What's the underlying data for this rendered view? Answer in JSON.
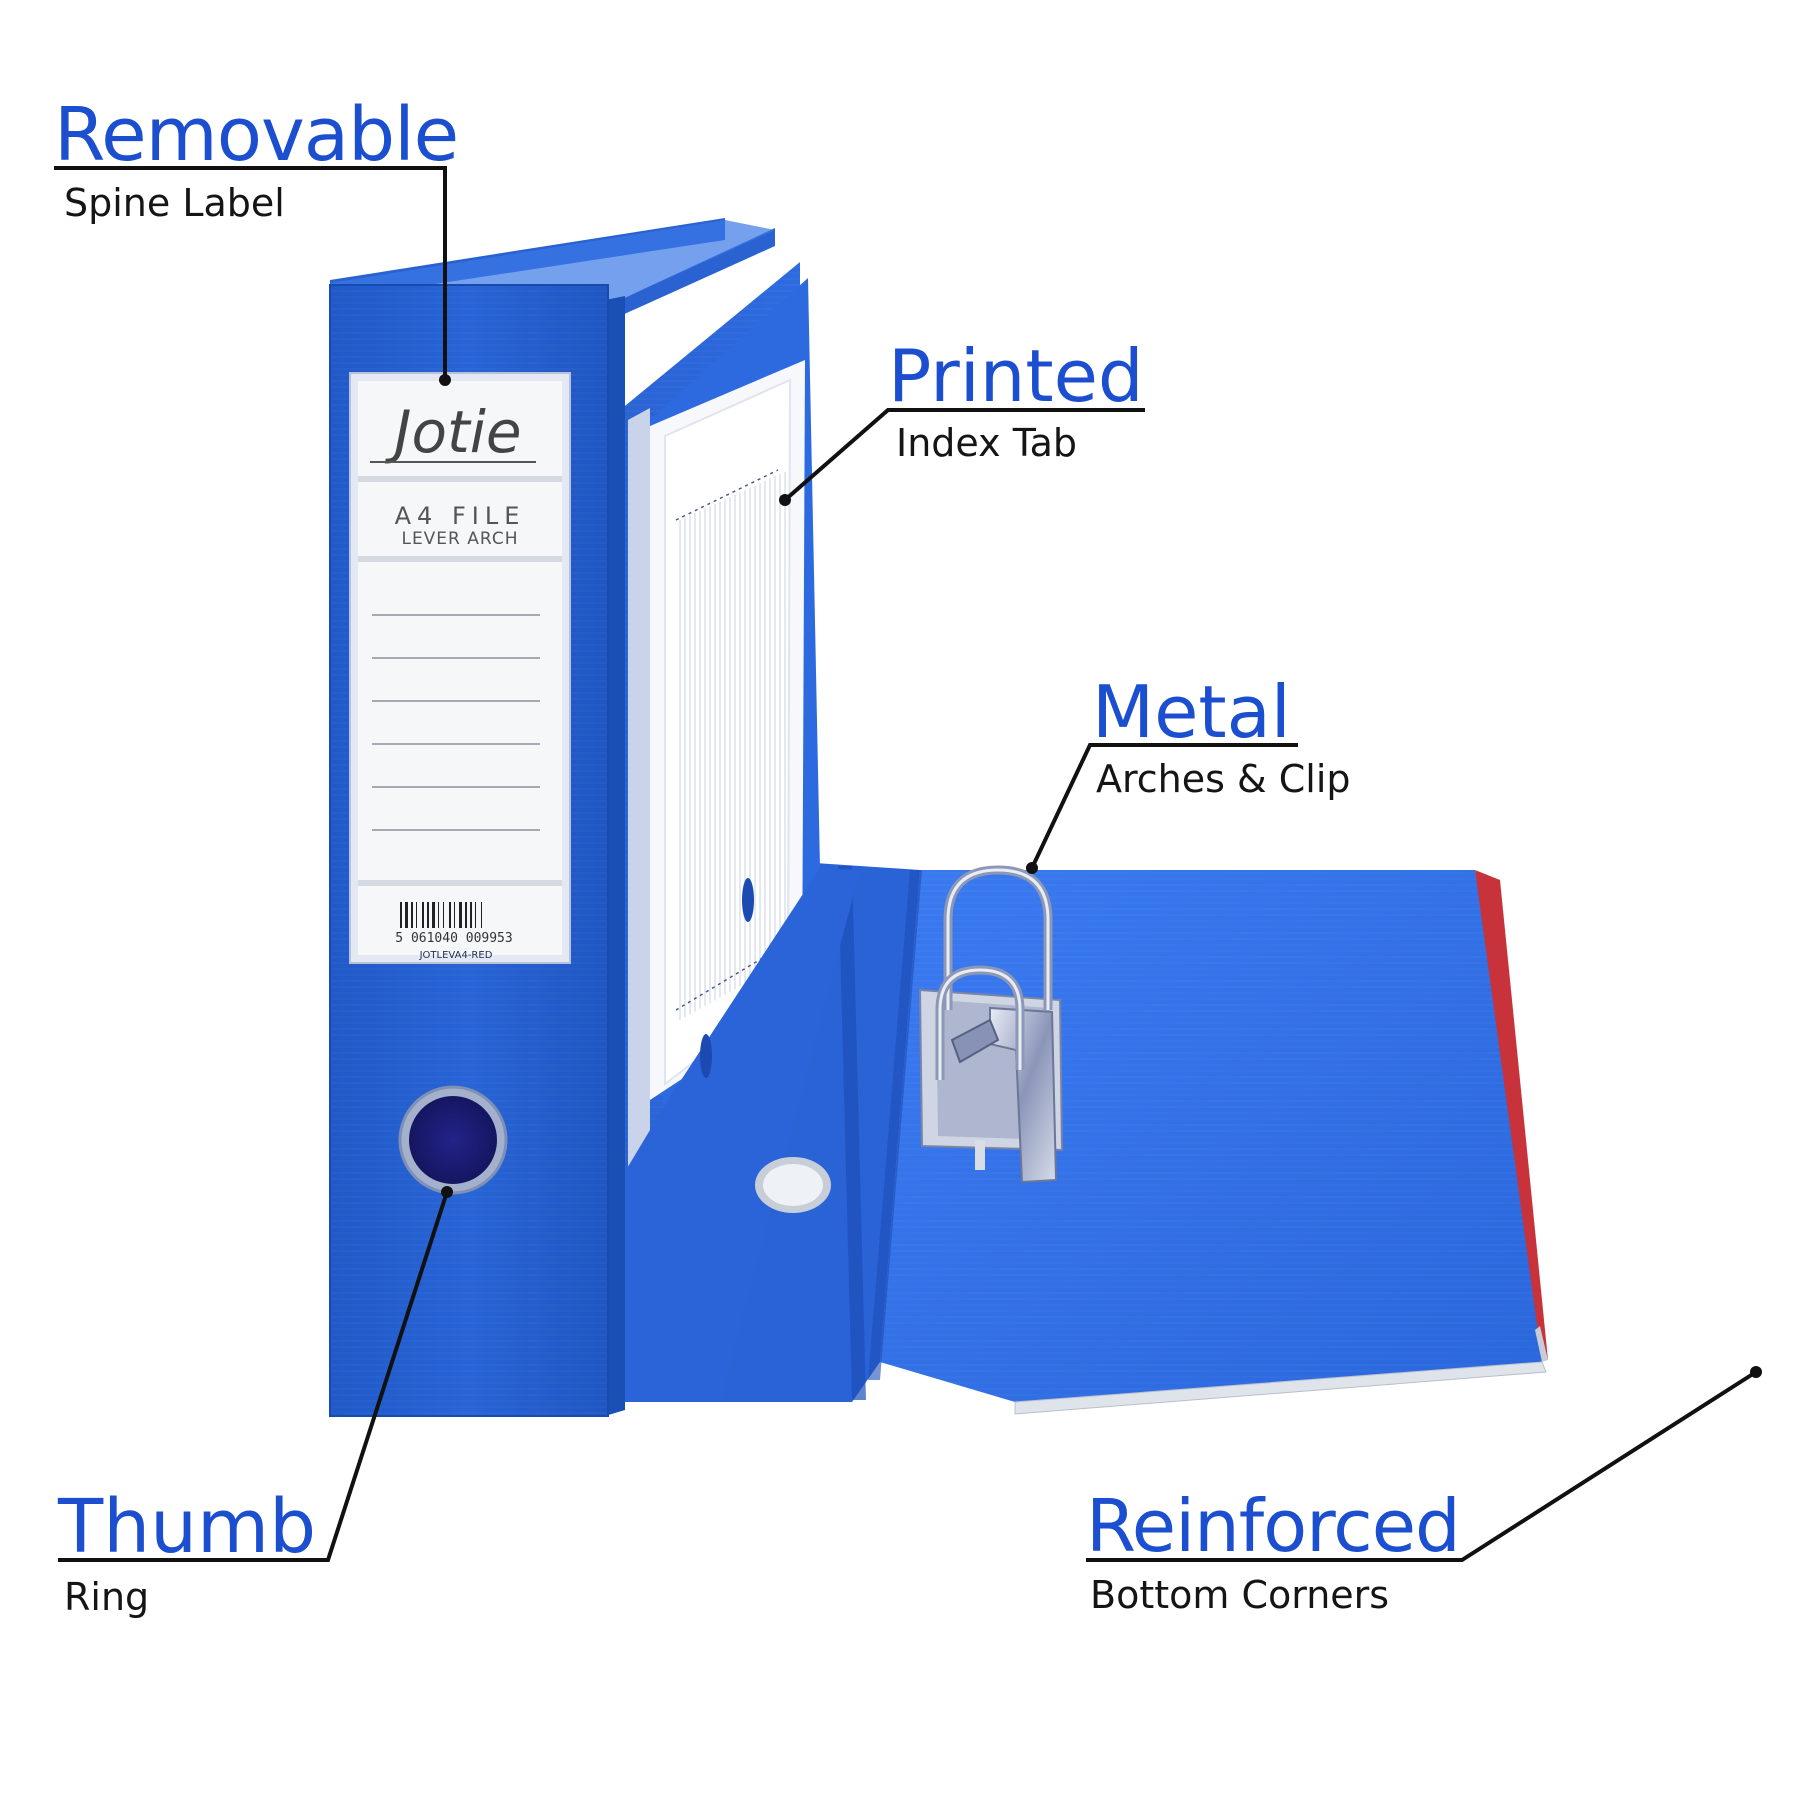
{
  "callouts": {
    "removable": {
      "title": "Removable",
      "subtitle": "Spine Label"
    },
    "printed": {
      "title": "Printed",
      "subtitle": "Index Tab"
    },
    "metal": {
      "title": "Metal",
      "subtitle": "Arches & Clip"
    },
    "thumb": {
      "title": "Thumb",
      "subtitle": "Ring"
    },
    "reinforced": {
      "title": "Reinforced",
      "subtitle": "Bottom Corners"
    }
  },
  "spine_label": {
    "brand": "Jotie",
    "line1": "A4 FILE",
    "line2": "LEVER ARCH",
    "barcode_number": "5 061040 009953",
    "sku": "JOTLEVA4-RED"
  },
  "colors": {
    "accent_text": "#1b4fd0",
    "binder_blue": "#2e6ee0",
    "binder_dark": "#1e56c0",
    "ring_navy": "#1a1f7a",
    "leader_line": "#111111"
  }
}
